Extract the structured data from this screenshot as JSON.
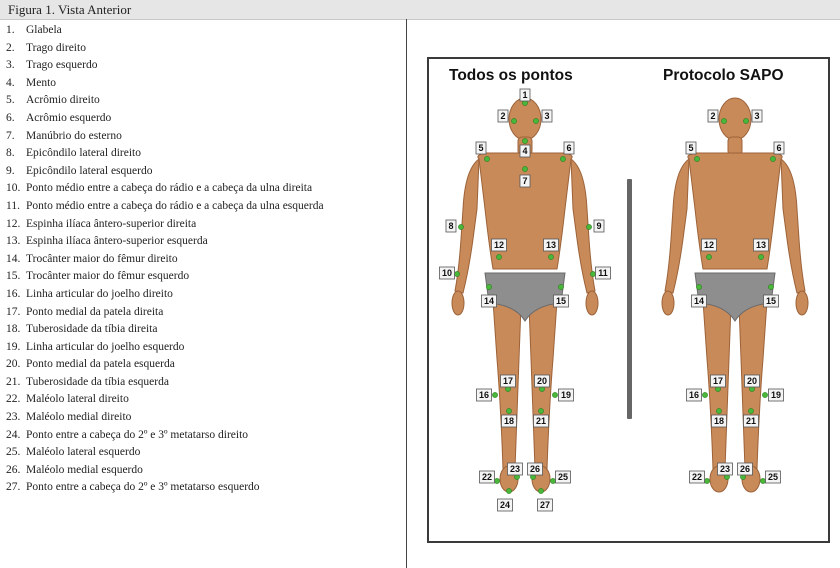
{
  "figure_title": "Figura 1. Vista Anterior",
  "points": [
    {
      "n": "1.",
      "label": "Glabela"
    },
    {
      "n": "2.",
      "label": "Trago direito"
    },
    {
      "n": "3.",
      "label": "Trago esquerdo"
    },
    {
      "n": "4.",
      "label": "Mento"
    },
    {
      "n": "5.",
      "label": "Acrômio direito"
    },
    {
      "n": "6.",
      "label": "Acrômio esquerdo"
    },
    {
      "n": "7.",
      "label": "Manúbrio do esterno"
    },
    {
      "n": "8.",
      "label": "Epicôndilo lateral direito"
    },
    {
      "n": "9.",
      "label": "Epicôndilo lateral esquerdo"
    },
    {
      "n": "10.",
      "label": "Ponto médio entre a cabeça do rádio e a cabeça da ulna direita"
    },
    {
      "n": "11.",
      "label": "Ponto médio entre a cabeça do rádio e a cabeça da ulna esquerda"
    },
    {
      "n": "12.",
      "label": "Espinha ilíaca ântero-superior direita"
    },
    {
      "n": "13.",
      "label": "Espinha ilíaca ântero-superior esquerda"
    },
    {
      "n": "14.",
      "label": "Trocânter maior do fêmur direito"
    },
    {
      "n": "15.",
      "label": "Trocânter maior do fêmur esquerdo"
    },
    {
      "n": "16.",
      "label": "Linha articular do joelho direito"
    },
    {
      "n": "17.",
      "label": "Ponto medial da patela direita"
    },
    {
      "n": "18.",
      "label": "Tuberosidade da tíbia direita"
    },
    {
      "n": "19.",
      "label": "Linha articular do joelho esquerdo"
    },
    {
      "n": "20.",
      "label": "Ponto medial da patela esquerda"
    },
    {
      "n": "21.",
      "label": "Tuberosidade da tíbia esquerda"
    },
    {
      "n": "22.",
      "label": "Maléolo lateral direito"
    },
    {
      "n": "23.",
      "label": "Maléolo medial direito"
    },
    {
      "n": "24.",
      "label": "Ponto entre a cabeça do 2º e 3º metatarso direito"
    },
    {
      "n": "25.",
      "label": "Maléolo lateral esquerdo"
    },
    {
      "n": "26.",
      "label": "Maléolo medial esquerdo"
    },
    {
      "n": "27.",
      "label": "Ponto entre a cabeça do 2º e 3º metatarso esquerdo"
    }
  ],
  "panel_left_title": "Todos os pontos",
  "panel_right_title": "Protocolo SAPO",
  "left_markers": [
    "1",
    "2",
    "3",
    "4",
    "5",
    "6",
    "7",
    "8",
    "9",
    "10",
    "11",
    "12",
    "13",
    "14",
    "15",
    "16",
    "17",
    "18",
    "19",
    "20",
    "21",
    "22",
    "23",
    "24",
    "25",
    "26",
    "27"
  ],
  "right_markers": [
    "2",
    "3",
    "5",
    "6",
    "12",
    "13",
    "14",
    "15",
    "16",
    "17",
    "18",
    "19",
    "20",
    "21",
    "22",
    "23",
    "25",
    "26"
  ],
  "colors": {
    "skin": "#c98a5a",
    "skin_dark": "#9c6238",
    "underwear": "#8e8e8e",
    "marker": "#49b83a",
    "divider": "#666666"
  }
}
